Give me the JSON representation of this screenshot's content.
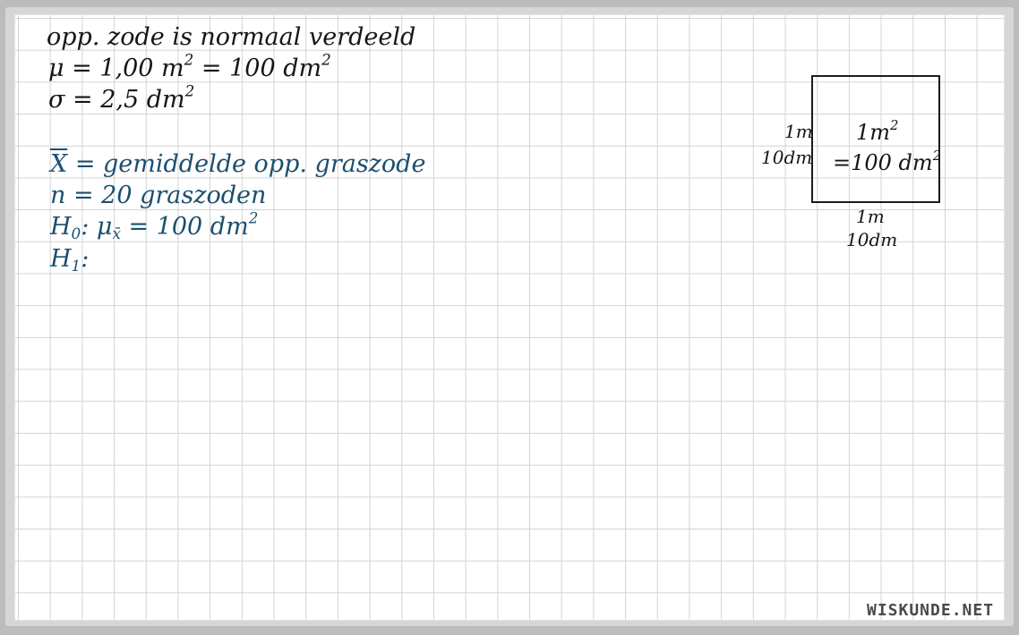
{
  "black_notes": {
    "line1": "opp. zode is normaal verdeeld",
    "mu": "μ = 1,00  m",
    "mu_exp": "2",
    "mu_rest": " = 100 dm",
    "mu_rest_exp": "2",
    "sigma": "σ = 2,5  dm",
    "sigma_exp": "2"
  },
  "blue_notes": {
    "xbar_symbol": "X",
    "xbar_def": " = gemiddelde  opp.  graszode",
    "n_line": "n = 20  graszoden",
    "h0_label": "H",
    "h0_sub": "0",
    "h0_mu": ":  μ",
    "h0_mu_sub": "x̄",
    "h0_value": " = 100  dm",
    "h0_exp": "2",
    "h1_label": "H",
    "h1_sub": "1",
    "h1_colon": ":"
  },
  "square_diagram": {
    "left_top": "1m",
    "left_bottom": "10dm",
    "inner_top": "1m",
    "inner_top_exp": "2",
    "inner_bottom": "=100 dm",
    "inner_bottom_exp": "2",
    "below_top": "1m",
    "below_bottom": "10dm"
  },
  "logo": "WISKUNDE.NET",
  "colors": {
    "ink_black": "#161616",
    "ink_blue": "#1c4f6e",
    "grid": "#d3d3d3"
  }
}
